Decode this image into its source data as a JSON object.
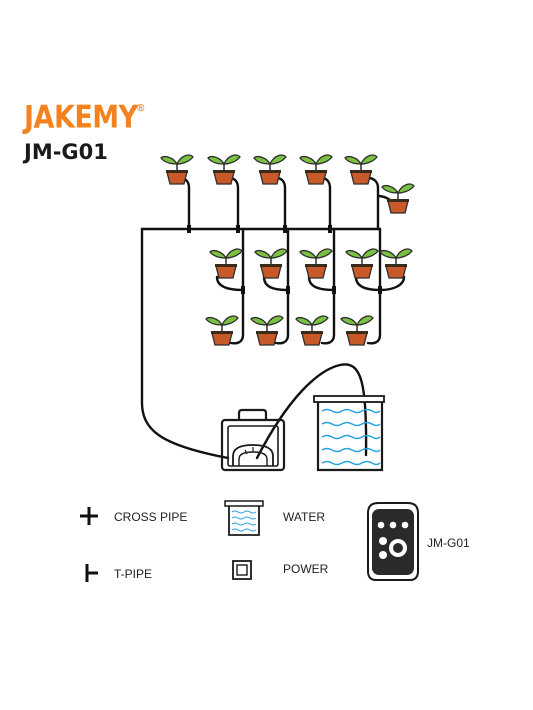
{
  "brand": {
    "name": "JAKEMY",
    "registered_mark": "®",
    "color": "#f5821f"
  },
  "model_title": "JM-G01",
  "legend": {
    "cross_pipe": "CROSS PIPE",
    "t_pipe": "T-PIPE",
    "water": "WATER",
    "power": "POWER",
    "device": "JM-G01"
  },
  "colors": {
    "pipe": "#111111",
    "pot": "#c85a2a",
    "soil": "#3a2a1a",
    "leaf": "#7ac143",
    "water": "#29a3e0"
  },
  "icons": [
    "plant-pot-icon",
    "pump-icon",
    "water-tank-icon",
    "cross-pipe-icon",
    "t-pipe-icon",
    "power-icon",
    "controller-icon"
  ]
}
